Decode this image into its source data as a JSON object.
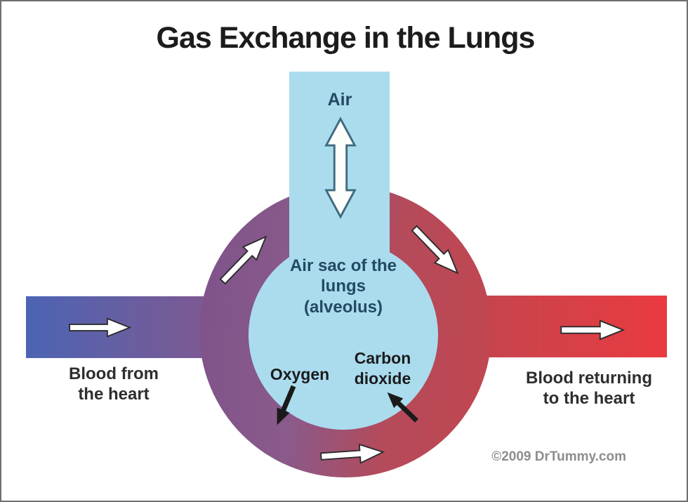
{
  "diagram": {
    "title": "Gas Exchange in the Lungs",
    "air_label": "Air",
    "air_sac_label": "Air sac of the\nlungs\n(alveolus)",
    "oxygen_label": "Oxygen",
    "co2_label": "Carbon\ndioxide",
    "blood_from_label": "Blood from\nthe heart",
    "blood_return_label": "Blood returning\nto the heart",
    "copyright": "©2009 DrTummy.com",
    "icons": [
      "air-double-arrow-icon",
      "flow-arrow-left-channel-icon",
      "flow-arrow-upper-left-icon",
      "flow-arrow-upper-right-icon",
      "flow-arrow-right-channel-icon",
      "flow-arrow-bottom-icon",
      "oxygen-transfer-arrow-icon",
      "co2-transfer-arrow-icon"
    ]
  },
  "colors": {
    "blood_blue": "#4c64b4",
    "purple_mix": "#82588e",
    "ring_left": "#7e538b",
    "ring_right": "#c2464f",
    "blood_red": "#ea3a40",
    "air_blue": "#aadcee",
    "air_text": "#234a60",
    "arrow_outline": "#3f6b80"
  }
}
